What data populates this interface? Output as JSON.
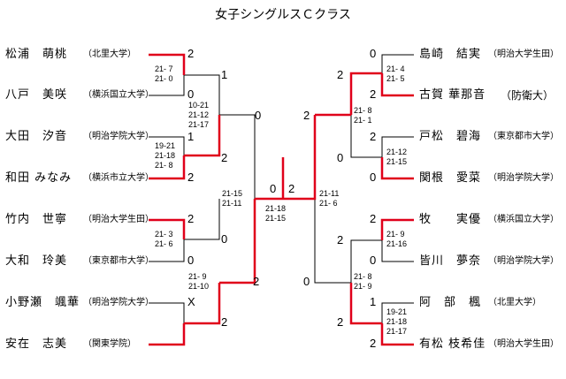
{
  "title": "女子シングルスＣクラス",
  "players_left": [
    {
      "name": "松浦　萌桃",
      "school": "（北里大学）"
    },
    {
      "name": "八戸　美咲",
      "school": "（横浜国立大学）"
    },
    {
      "name": "大田　汐音",
      "school": "（明治学院大学）"
    },
    {
      "name": "和田 みなみ",
      "school": "（横浜市立大学）"
    },
    {
      "name": "竹内　世寧",
      "school": "（明治大学生田）"
    },
    {
      "name": "大和　玲美",
      "school": "（東京都市大学）"
    },
    {
      "name": "小野瀬　颯華",
      "school": "（明治学院大学）"
    },
    {
      "name": "安在　志美",
      "school": "（関東学院）"
    }
  ],
  "players_right": [
    {
      "name": "島崎　結実",
      "school": "（明治大学生田）"
    },
    {
      "name": "古賀 華那音",
      "school": "（防衛大）"
    },
    {
      "name": "戸松　碧海",
      "school": "（東京都市大学）"
    },
    {
      "name": "関根　愛菜",
      "school": "（明治学院大学）"
    },
    {
      "name": "牧　　実優",
      "school": "（横浜国立大学）"
    },
    {
      "name": "皆川　夢奈",
      "school": "（明治学院大学）"
    },
    {
      "name": "阿　部　楓",
      "school": "（北里大学）"
    },
    {
      "name": "有松 枝希佳",
      "school": "（明治大学生田）"
    }
  ],
  "scores": {
    "l1_top": "2",
    "l1_bot": "0",
    "l2_top": "1",
    "l2_bot": "2",
    "l3_top": "2",
    "l3_bot": "0",
    "l4_top": "X",
    "l4_bot": "2",
    "l_sf1_top": "1",
    "l_sf1_bot": "2",
    "l_sf2_top": "0",
    "l_sf2_bot": "2",
    "l_f_top": "0",
    "l_f_bot": "2",
    "final_left": "0",
    "final_right": "2",
    "r_f_top": "2",
    "r_f_bot": "0",
    "r_sf1_top": "2",
    "r_sf1_bot": "0",
    "r_sf2_top": "2",
    "r_sf2_bot": "2",
    "r1_top": "0",
    "r1_bot": "2",
    "r2_top": "2",
    "r2_bot": "0",
    "r3_top": "2",
    "r3_bot": "0",
    "r4_top": "1",
    "r4_bot": "2"
  },
  "match_scores": {
    "l1": "21- 7\n21- 0",
    "l2": "19-21\n21-18\n21- 8",
    "l3": "21- 3\n21- 6",
    "l_sf1": "10-21\n21-12\n21-17",
    "l_sf2": "21- 9\n21-10",
    "l_f": "21-15\n21-11",
    "final": "21-18\n21-15",
    "r_f": "21-11\n21- 6",
    "r1": "21- 4\n21- 5",
    "r2": "21-12\n21-15",
    "r3": "21- 9\n21-16",
    "r4": "19-21\n21-18\n21-17",
    "r_sf1": "21- 8\n21- 1",
    "r_sf2": "21- 8\n21- 9"
  },
  "colors": {
    "winner": "#e0001a",
    "line": "#000000"
  }
}
